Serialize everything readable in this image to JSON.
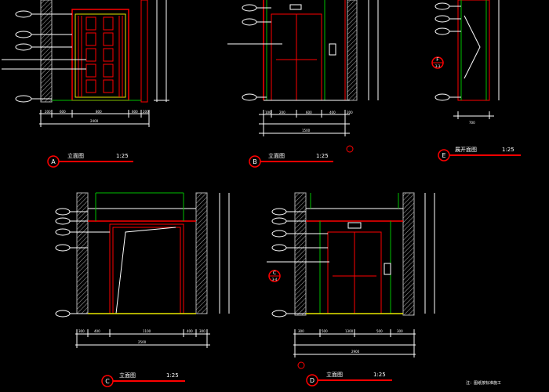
{
  "colors": {
    "background": "#000000",
    "wall": "#b0b0b0",
    "red": "#ff0000",
    "green": "#00c000",
    "yellow": "#e8e800",
    "white": "#ffffff",
    "cyan": "#00e0e0"
  },
  "views": [
    {
      "letter": "A",
      "title": "立面图",
      "scale": "1:25"
    },
    {
      "letter": "B",
      "title": "立面图",
      "scale": "1:25"
    },
    {
      "letter": "E",
      "title": "展开面图",
      "scale": "1:25"
    },
    {
      "letter": "C",
      "title": "立面图",
      "scale": "1:25"
    },
    {
      "letter": "D",
      "title": "立面图",
      "scale": "1:25"
    }
  ],
  "section_marks": [
    {
      "letter": "F",
      "sheet": "3-3"
    },
    {
      "letter": "C",
      "sheet": "3-4"
    }
  ],
  "dimensions": {
    "a_bottom": [
      "200",
      "600",
      "800",
      "600",
      "200"
    ],
    "a_total": "2400",
    "b_bottom": [
      "100",
      "200",
      "600",
      "400",
      "200"
    ],
    "b_total": "1500",
    "e_total": "700",
    "c_bottom": [
      "300",
      "400",
      "1100",
      "400",
      "300"
    ],
    "c_total": "2500",
    "d_bottom": [
      "300",
      "500",
      "1300",
      "500",
      "300"
    ],
    "d_total": "2900"
  },
  "note": "注：图纸按标准施工"
}
